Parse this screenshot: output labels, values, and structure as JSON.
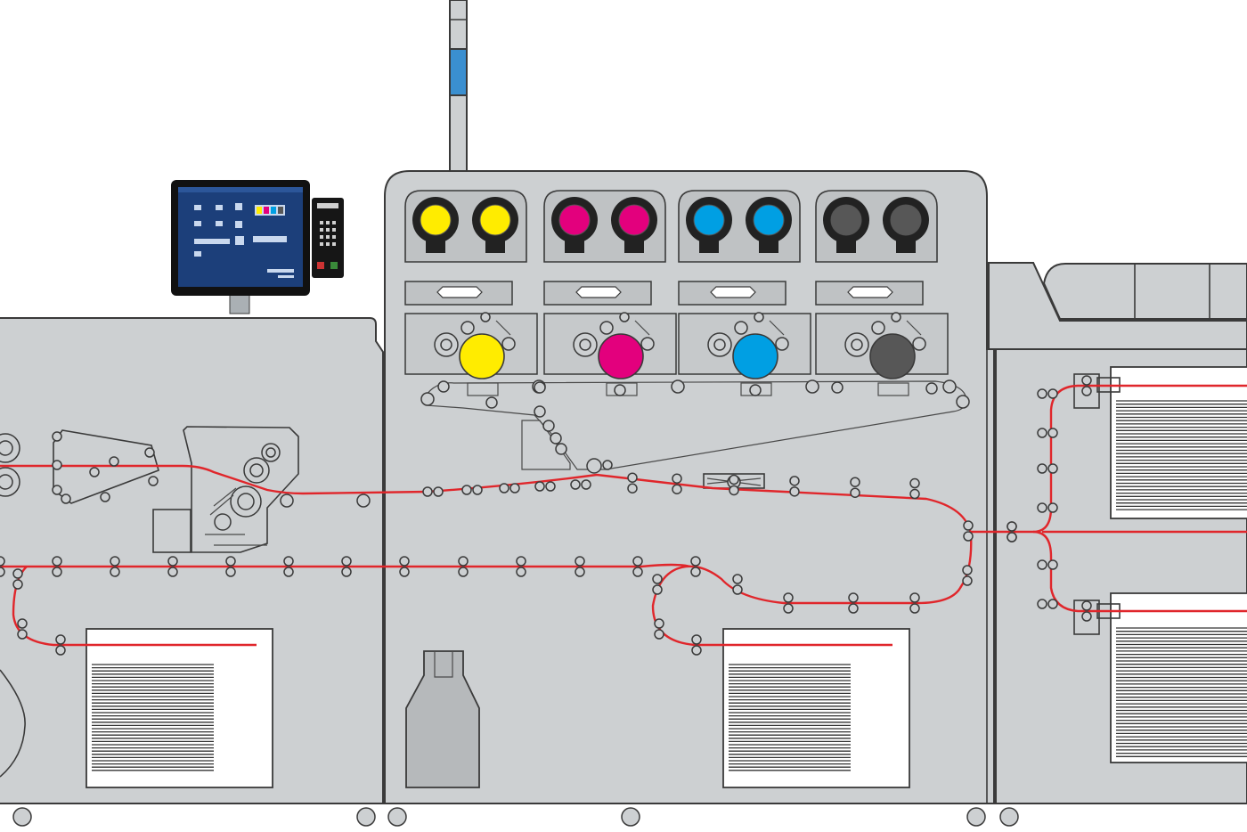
{
  "colors": {
    "yellow": "#ffec00",
    "magenta": "#e3007d",
    "cyan": "#009fe3",
    "black": "#575757",
    "paper_path": "#e0262b",
    "machine_body": "#cdd0d2",
    "screen": "#1c3f7a",
    "signal_blue": "#3a8fd0"
  },
  "toner_stations": [
    {
      "name": "yellow",
      "color": "#ffec00"
    },
    {
      "name": "magenta",
      "color": "#e3007d"
    },
    {
      "name": "cyan",
      "color": "#009fe3"
    },
    {
      "name": "black",
      "color": "#575757"
    }
  ],
  "icons": {
    "control_panel": "touchscreen-icon",
    "signal_tower": "status-light-icon",
    "keypad": "keypad-icon",
    "toner_bottle": "toner-bottle-icon"
  }
}
